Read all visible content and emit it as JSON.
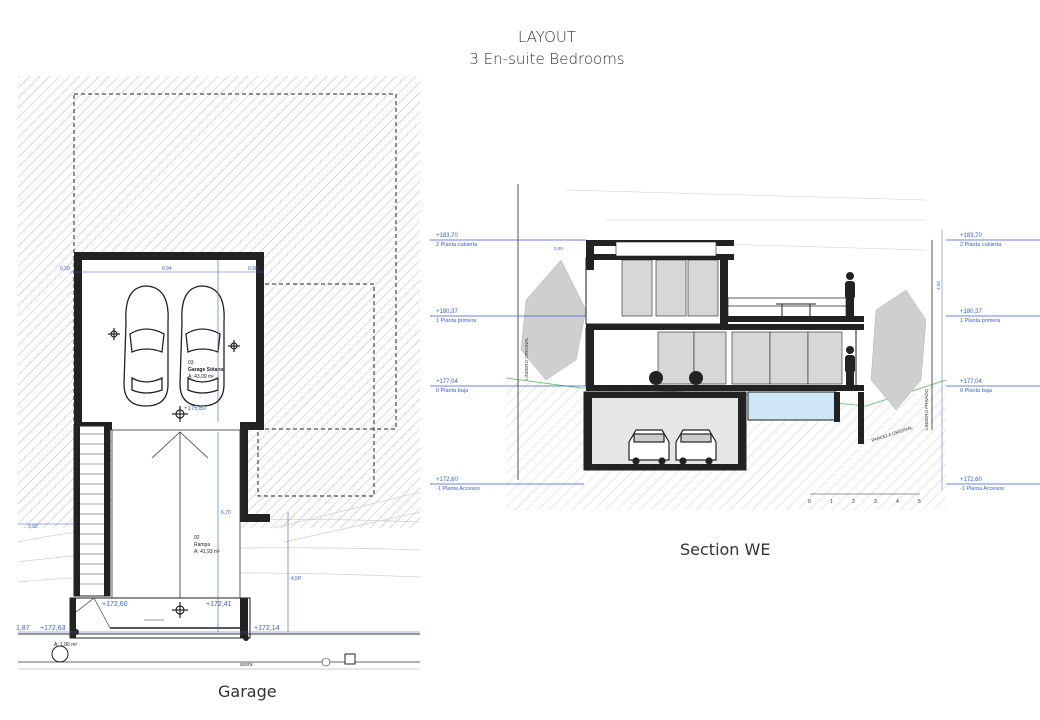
{
  "header": {
    "title": "LAYOUT",
    "subtitle": "3 En-suite Bedrooms"
  },
  "captions": {
    "plan": "Garage",
    "section": "Section WE"
  },
  "plan": {
    "rooms": [
      {
        "number": "03",
        "name": "Garage Sótano",
        "area": "A: 43,09 m²"
      },
      {
        "number": "02",
        "name": "Rampa",
        "area": "A: 41,93 m²"
      }
    ],
    "small_area": "A: 1,86 m²",
    "dimensions": {
      "top_width": "6,94",
      "wall_left": "0,30",
      "wall_right": "0,30",
      "side_left": "3,02",
      "ramp_length": "6,70",
      "slope": "4,5P"
    },
    "levels": [
      "+172,60",
      "+172,41",
      "+172,63",
      "+172,14",
      "+175,60"
    ],
    "edge_label": "1,87",
    "street_label": "acera"
  },
  "section": {
    "levels_left": [
      {
        "value": "+183,70",
        "name": "2 Planta cubierta"
      },
      {
        "value": "+180,37",
        "name": "1 Planta primera"
      },
      {
        "value": "+177,04",
        "name": "0 Planta baja"
      },
      {
        "value": "+172,60",
        "name": "-1 Planta Accesos"
      }
    ],
    "levels_right": [
      {
        "value": "+183,70",
        "name": "2 Planta cubierta"
      },
      {
        "value": "+180,37",
        "name": "1 Planta primera"
      },
      {
        "value": "+177,04",
        "name": "0 Planta baja"
      },
      {
        "value": "+172,60",
        "name": "-1 Planta Accesos"
      }
    ],
    "terrain_label": "PARCELA ORIGINAL",
    "lindero_left": "LINDERO ORIGINAL",
    "lindero_right": "LINDERO PRIVADO",
    "scale_ticks": [
      "0",
      "1",
      "2",
      "3",
      "4",
      "5"
    ],
    "dim_top": "3,00",
    "dim_side": "3,03"
  }
}
